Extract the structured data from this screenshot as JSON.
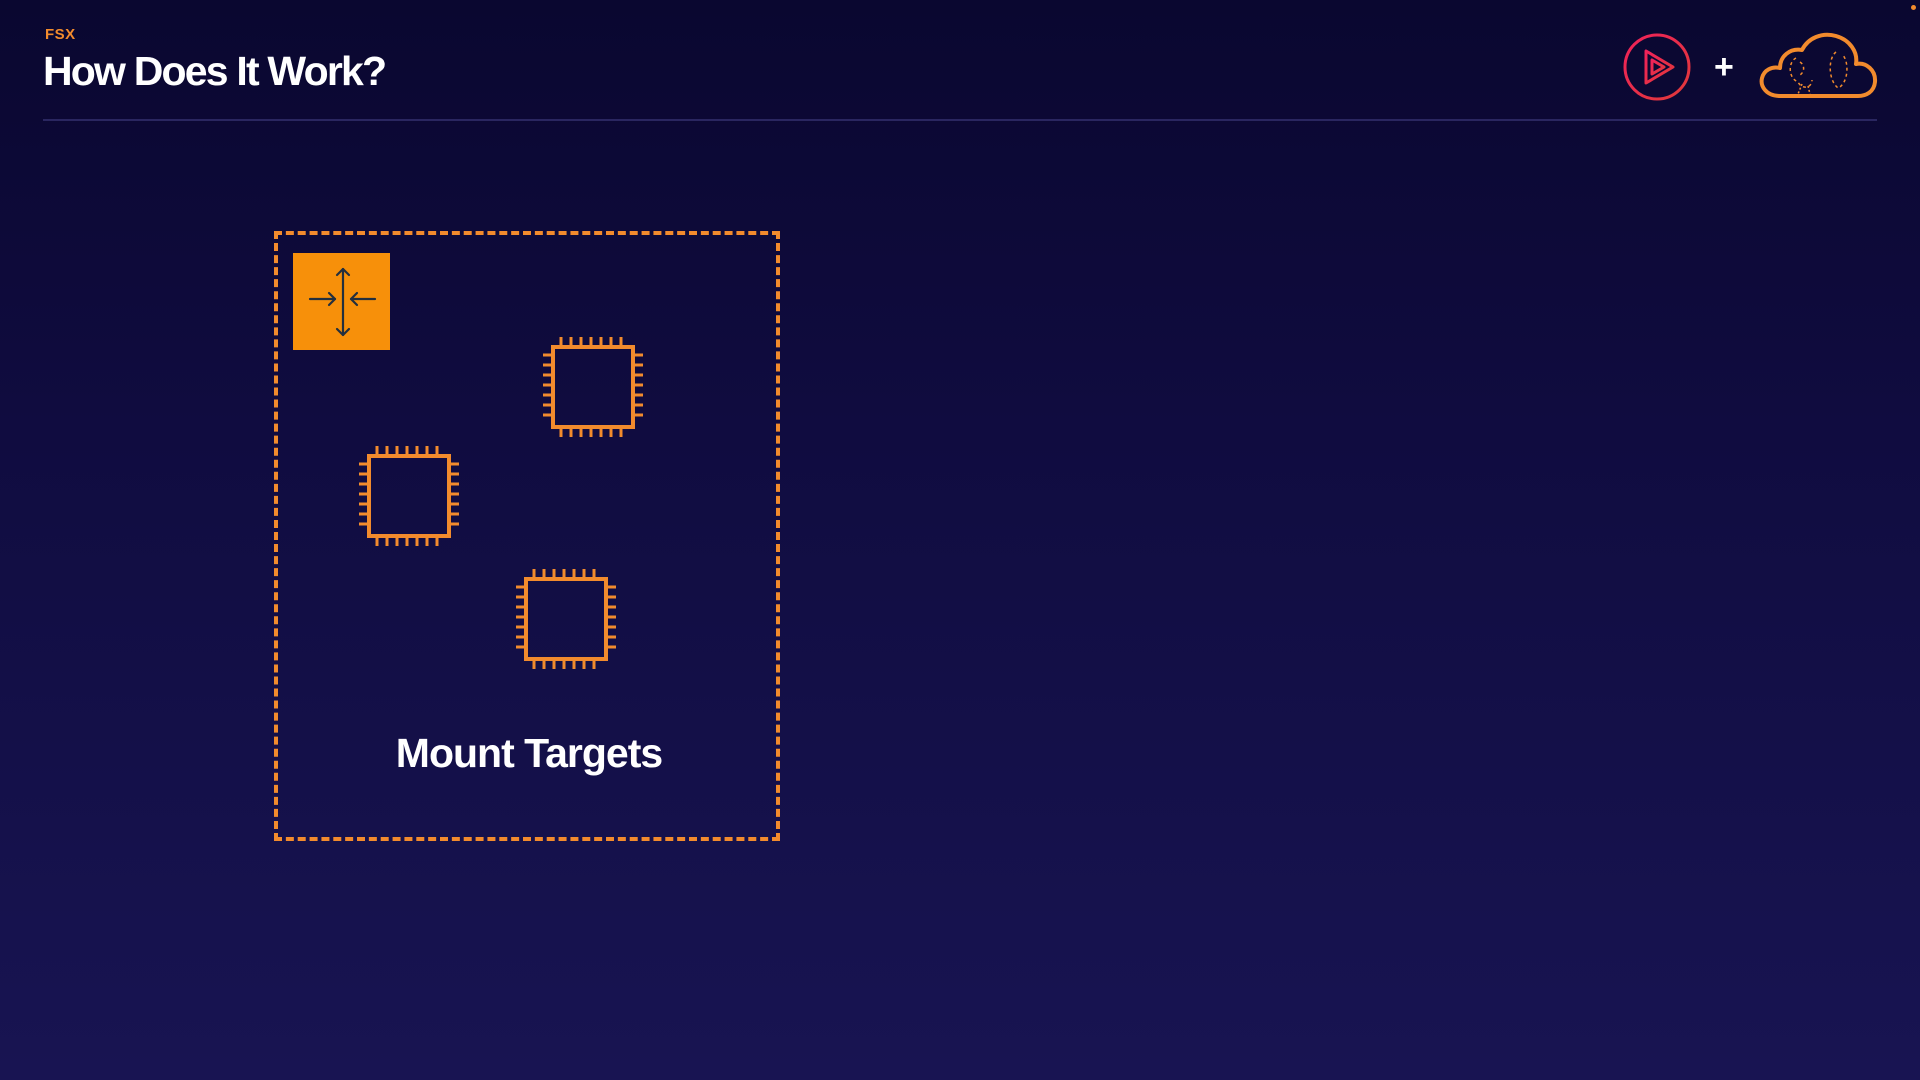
{
  "header": {
    "section_label": "FSX",
    "title": "How Does It Work?",
    "plus": "+"
  },
  "diagram": {
    "container_label": "Mount Targets",
    "load_balancer_icon": "load-balancer-icon",
    "instance_icon": "ec2-instance-icon",
    "instance_count": 3
  },
  "logos": {
    "play_logo_icon": "pluralsight-play-icon",
    "cloud_logo_icon": "cloud-brain-icon"
  },
  "colors": {
    "accent_orange": "#f28b2d",
    "tile_orange": "#f7900a",
    "play_red": "#e8264f",
    "background": "#100c40",
    "text": "#ffffff"
  }
}
